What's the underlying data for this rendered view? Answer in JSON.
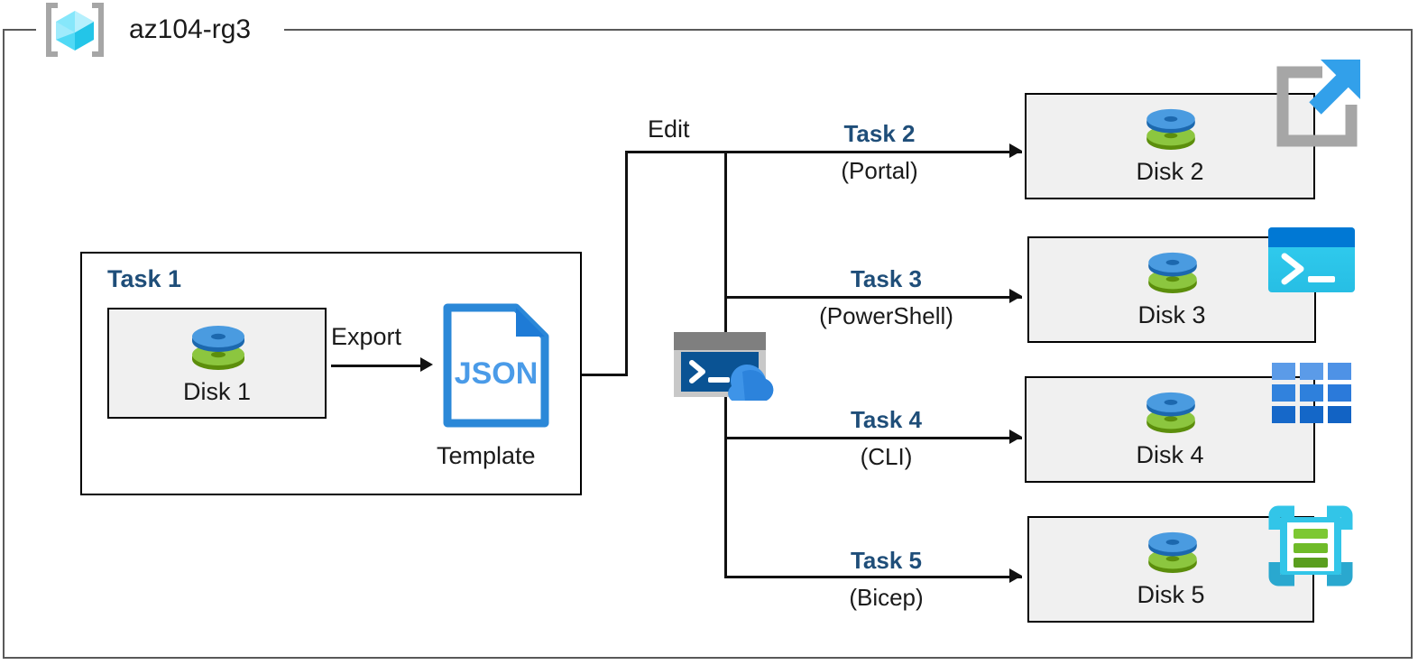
{
  "diagram": {
    "resource_group": {
      "name": "az104-rg3",
      "icon": "azure-resource-group-icon",
      "frame_color": "#595959"
    },
    "source_group": {
      "title": "Task 1",
      "title_color": "#1F4E79",
      "disk": {
        "label": "Disk 1",
        "icon": "managed-disk-icon",
        "fill": "#F0F0F0"
      },
      "export_label": "Export",
      "template": {
        "file_type": "JSON",
        "caption": "Template",
        "icon": "json-file-icon",
        "color": "#2B88D8"
      }
    },
    "edit_label": "Edit",
    "cloud_shell": {
      "icon": "cloud-shell-icon",
      "prompt": ">_"
    },
    "targets": [
      {
        "task": "Task 2",
        "method": "(Portal)",
        "disk_label": "Disk 2",
        "tool_icon": "azure-portal-icon",
        "accent": "#32A0EA"
      },
      {
        "task": "Task 3",
        "method": "(PowerShell)",
        "disk_label": "Disk 3",
        "tool_icon": "powershell-icon",
        "accent": "#22BDEF"
      },
      {
        "task": "Task 4",
        "method": "(CLI)",
        "disk_label": "Disk 4",
        "tool_icon": "azure-cli-icon",
        "accent": "#2E8BE0"
      },
      {
        "task": "Task 5",
        "method": "(Bicep)",
        "disk_label": "Disk 5",
        "tool_icon": "bicep-icon",
        "accent": "#2CC2E8"
      }
    ],
    "colors": {
      "task_blue": "#1F4E79",
      "line_black": "#111111",
      "box_fill": "#F0F0F0",
      "frame_gray": "#595959",
      "disk_blue": "#3C8CD6",
      "disk_green": "#7AB317"
    }
  }
}
